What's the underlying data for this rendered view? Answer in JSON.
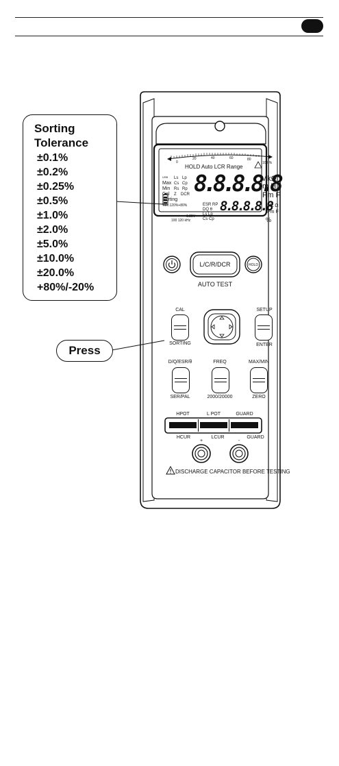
{
  "callout": {
    "title_line1": "Sorting",
    "title_line2": "Tolerance",
    "tolerances": [
      "±0.1%",
      "±0.2%",
      "±0.25%",
      "±0.5%",
      "±1.0%",
      "±2.0%",
      "±5.0%",
      "±10.0%",
      "±20.0%",
      "+80%/-20%"
    ]
  },
  "press_label": "Press",
  "meter": {
    "lcd": {
      "scale_ticks": [
        "0",
        "20",
        "40",
        "60",
        "80",
        "100 %"
      ],
      "mode_line": "HOLD Auto LCR Range",
      "usb": "USB",
      "params_left": [
        "Ls",
        "Cs",
        "Rs",
        "Z"
      ],
      "params_right": [
        "Lp",
        "Cp",
        "Rp",
        "DCR"
      ],
      "status": [
        "Max",
        "Min",
        "Cal",
        "Sorting"
      ],
      "tol_line": "Tol±.120%+80%",
      "secondary_params": [
        "ESR RP",
        "DQ θ",
        "Ls Lp",
        "Cs Cp"
      ],
      "voltage": "1.25V",
      "freq": "100 120 kHz",
      "units_main": [
        "MkΩ",
        "m H",
        "Pm F"
      ],
      "units_sub": [
        "Mk Ω",
        "Pm F",
        "%"
      ],
      "primary_digits": "8.8.8.8.8",
      "secondary_digits": "8.8.8.8.8"
    },
    "buttons": {
      "main": "L/C/R/DCR",
      "auto_test": "AUTO TEST",
      "hold": "HOLD",
      "cal": "CAL",
      "sorting": "SORTING",
      "setup": "SETUP",
      "enter": "ENTER",
      "d_q_esr_top": "D/Q/ESR/θ",
      "d_q_esr_bottom": "SER/PAL",
      "freq_top": "FREQ",
      "freq_bottom": "2000/20000",
      "maxmin_top": "MAX/MIN",
      "maxmin_bottom": "ZERO"
    },
    "terminals": {
      "hpot": "HPOT",
      "lpot": "L POT",
      "guard_top": "GUARD",
      "hcur": "HCUR",
      "plus": "+",
      "lcur": "LCUR",
      "minus": "-",
      "guard_bottom": "GUARD"
    },
    "warning": "DISCHARGE CAPACITOR BEFORE TESTING"
  }
}
